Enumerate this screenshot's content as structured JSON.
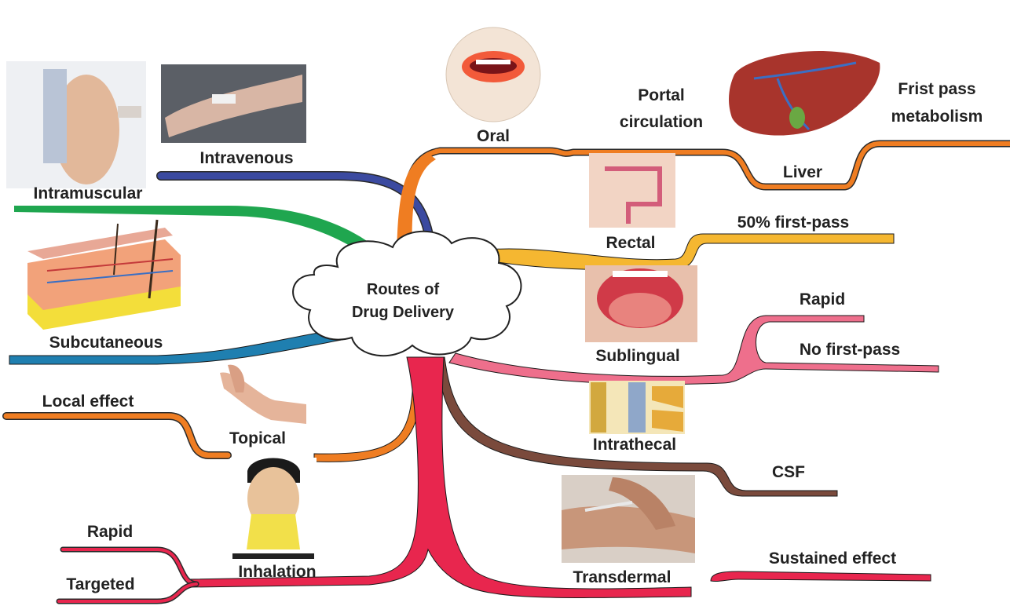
{
  "diagram": {
    "center": {
      "line1": "Routes of",
      "line2": "Drug Delivery"
    },
    "routes": {
      "oral": "Oral",
      "intravenous": "Intravenous",
      "intramuscular": "Intramuscular",
      "subcutaneous": "Subcutaneous",
      "topical": "Topical",
      "inhalation": "Inhalation",
      "rectal": "Rectal",
      "sublingual": "Sublingual",
      "intrathecal": "Intrathecal",
      "transdermal": "Transdermal"
    },
    "details": {
      "portal_line1": "Portal",
      "portal_line2": "circulation",
      "liver": "Liver",
      "first_pass_line1": "Frist pass",
      "first_pass_line2": "metabolism",
      "rectal_first_pass": "50% first-pass",
      "sublingual_rapid": "Rapid",
      "sublingual_no_first_pass": "No first-pass",
      "csf": "CSF",
      "sustained": "Sustained effect",
      "local_effect": "Local effect",
      "inhalation_rapid": "Rapid",
      "inhalation_targeted": "Targeted"
    },
    "colors": {
      "oral": "#ef7d22",
      "intravenous": "#3b4aa0",
      "intramuscular": "#1fa64f",
      "subcutaneous": "#1f7fb0",
      "topical": "#ef7d22",
      "inhalation": "#e8264e",
      "rectal": "#f5b731",
      "sublingual": "#ee6f8c",
      "intrathecal": "#7a4a3c",
      "transdermal": "#e8264e"
    }
  }
}
